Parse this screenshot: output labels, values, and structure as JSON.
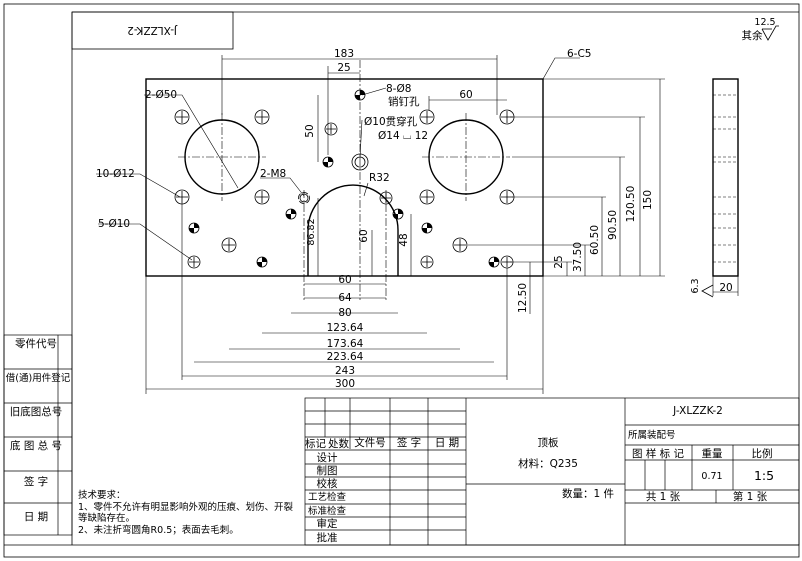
{
  "part_no_box": "J-XLZZK-2",
  "roughness_other": {
    "value": "12.5",
    "label": "其余"
  },
  "dims": {
    "d183": "183",
    "d25": "25",
    "chamfer": "6-C5",
    "d60_top": "60",
    "d50_v": "50",
    "pin_holes": "8-Ø8",
    "pin_holes_label": "销钉孔",
    "thru_hole": "Ø10贯穿孔",
    "cbore": "Ø14 ⌴ 12",
    "big_holes": "2-Ø50",
    "tap": "2-M8",
    "r32": "R32",
    "holes12": "10-Ø12",
    "holes10": "5-Ø10",
    "v86_82": "86.82",
    "v60": "60",
    "v48": "48",
    "h60": "60",
    "h64": "64",
    "h80": "80",
    "h123": "123.64",
    "h173": "173.64",
    "h223": "223.64",
    "h243": "243",
    "h300": "300",
    "r25": "25",
    "r37": "37.50",
    "r60": "60.50",
    "r90": "90.50",
    "r120": "120.50",
    "r150": "150",
    "r12": "12.50",
    "side_rough": "6.3",
    "side_width": "20"
  },
  "left_tbl": {
    "r1": "零件代号",
    "r2": "借(通)用件登记",
    "r3": "旧底图总号",
    "r4": "底 图 总 号",
    "r5": "签 字",
    "r6": "日 期"
  },
  "notes": {
    "title": "技术要求：",
    "l1": "1、零件不允许有明显影响外观的压痕、划伤、开裂",
    "l2": "等缺陷存在。",
    "l3": "2、未注折弯圆角R0.5；表面去毛刺。"
  },
  "tb": {
    "h_mark": "标记",
    "h_qty": "处数",
    "h_file": "文件号",
    "h_sign": "签 字",
    "h_date": "日 期",
    "design": "设计",
    "draw": "制图",
    "check": "校核",
    "process": "工艺检查",
    "standard": "标准检查",
    "review": "审定",
    "approve": "批准",
    "part_name": "顶板",
    "material": "材料：Q235",
    "quantity": "数量：1 件",
    "drawing_no": "J-XLZZK-2",
    "assembly_no": "所属装配号",
    "pattern": "图 样 标 记",
    "weight_label": "重量",
    "scale_label": "比例",
    "weight": "0.71",
    "scale": "1:5",
    "total": "共 1 张",
    "sheet": "第 1 张"
  }
}
